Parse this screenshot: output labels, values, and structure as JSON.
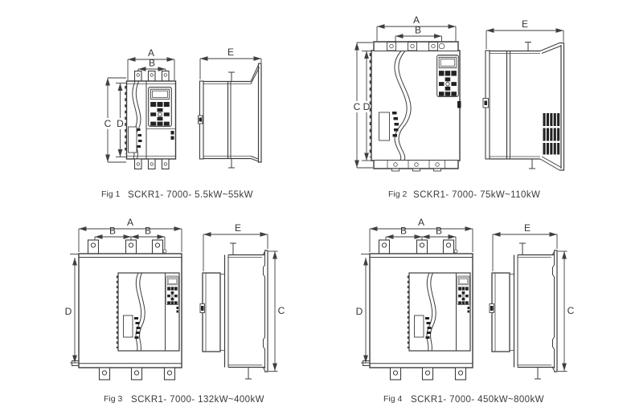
{
  "palette": {
    "line_color": "#3d3d3d",
    "dark_fill": "#222222",
    "text_color": "#333333",
    "background": "#ffffff"
  },
  "figures": [
    {
      "fig_label": "Fig 1",
      "model": "SCKR1- 7000- 5.5kW~55kW",
      "dim_a": "A",
      "dim_b": "B",
      "dim_c": "C",
      "dim_d": "D",
      "dim_e": "E"
    },
    {
      "fig_label": "Fig 2",
      "model": "SCKR1- 7000- 75kW~110kW",
      "dim_a": "A",
      "dim_b": "B",
      "dim_c": "C",
      "dim_d": "D",
      "dim_e": "E"
    },
    {
      "fig_label": "Fig 3",
      "model": "SCKR1- 7000- 132kW~400kW",
      "dim_a": "A",
      "dim_b": "B",
      "dim_c": "C",
      "dim_d": "D",
      "dim_e": "E"
    },
    {
      "fig_label": "Fig 4",
      "model": "SCKR1- 7000- 450kW~800kW",
      "dim_a": "A",
      "dim_b": "B",
      "dim_c": "C",
      "dim_d": "D",
      "dim_e": "E"
    }
  ]
}
